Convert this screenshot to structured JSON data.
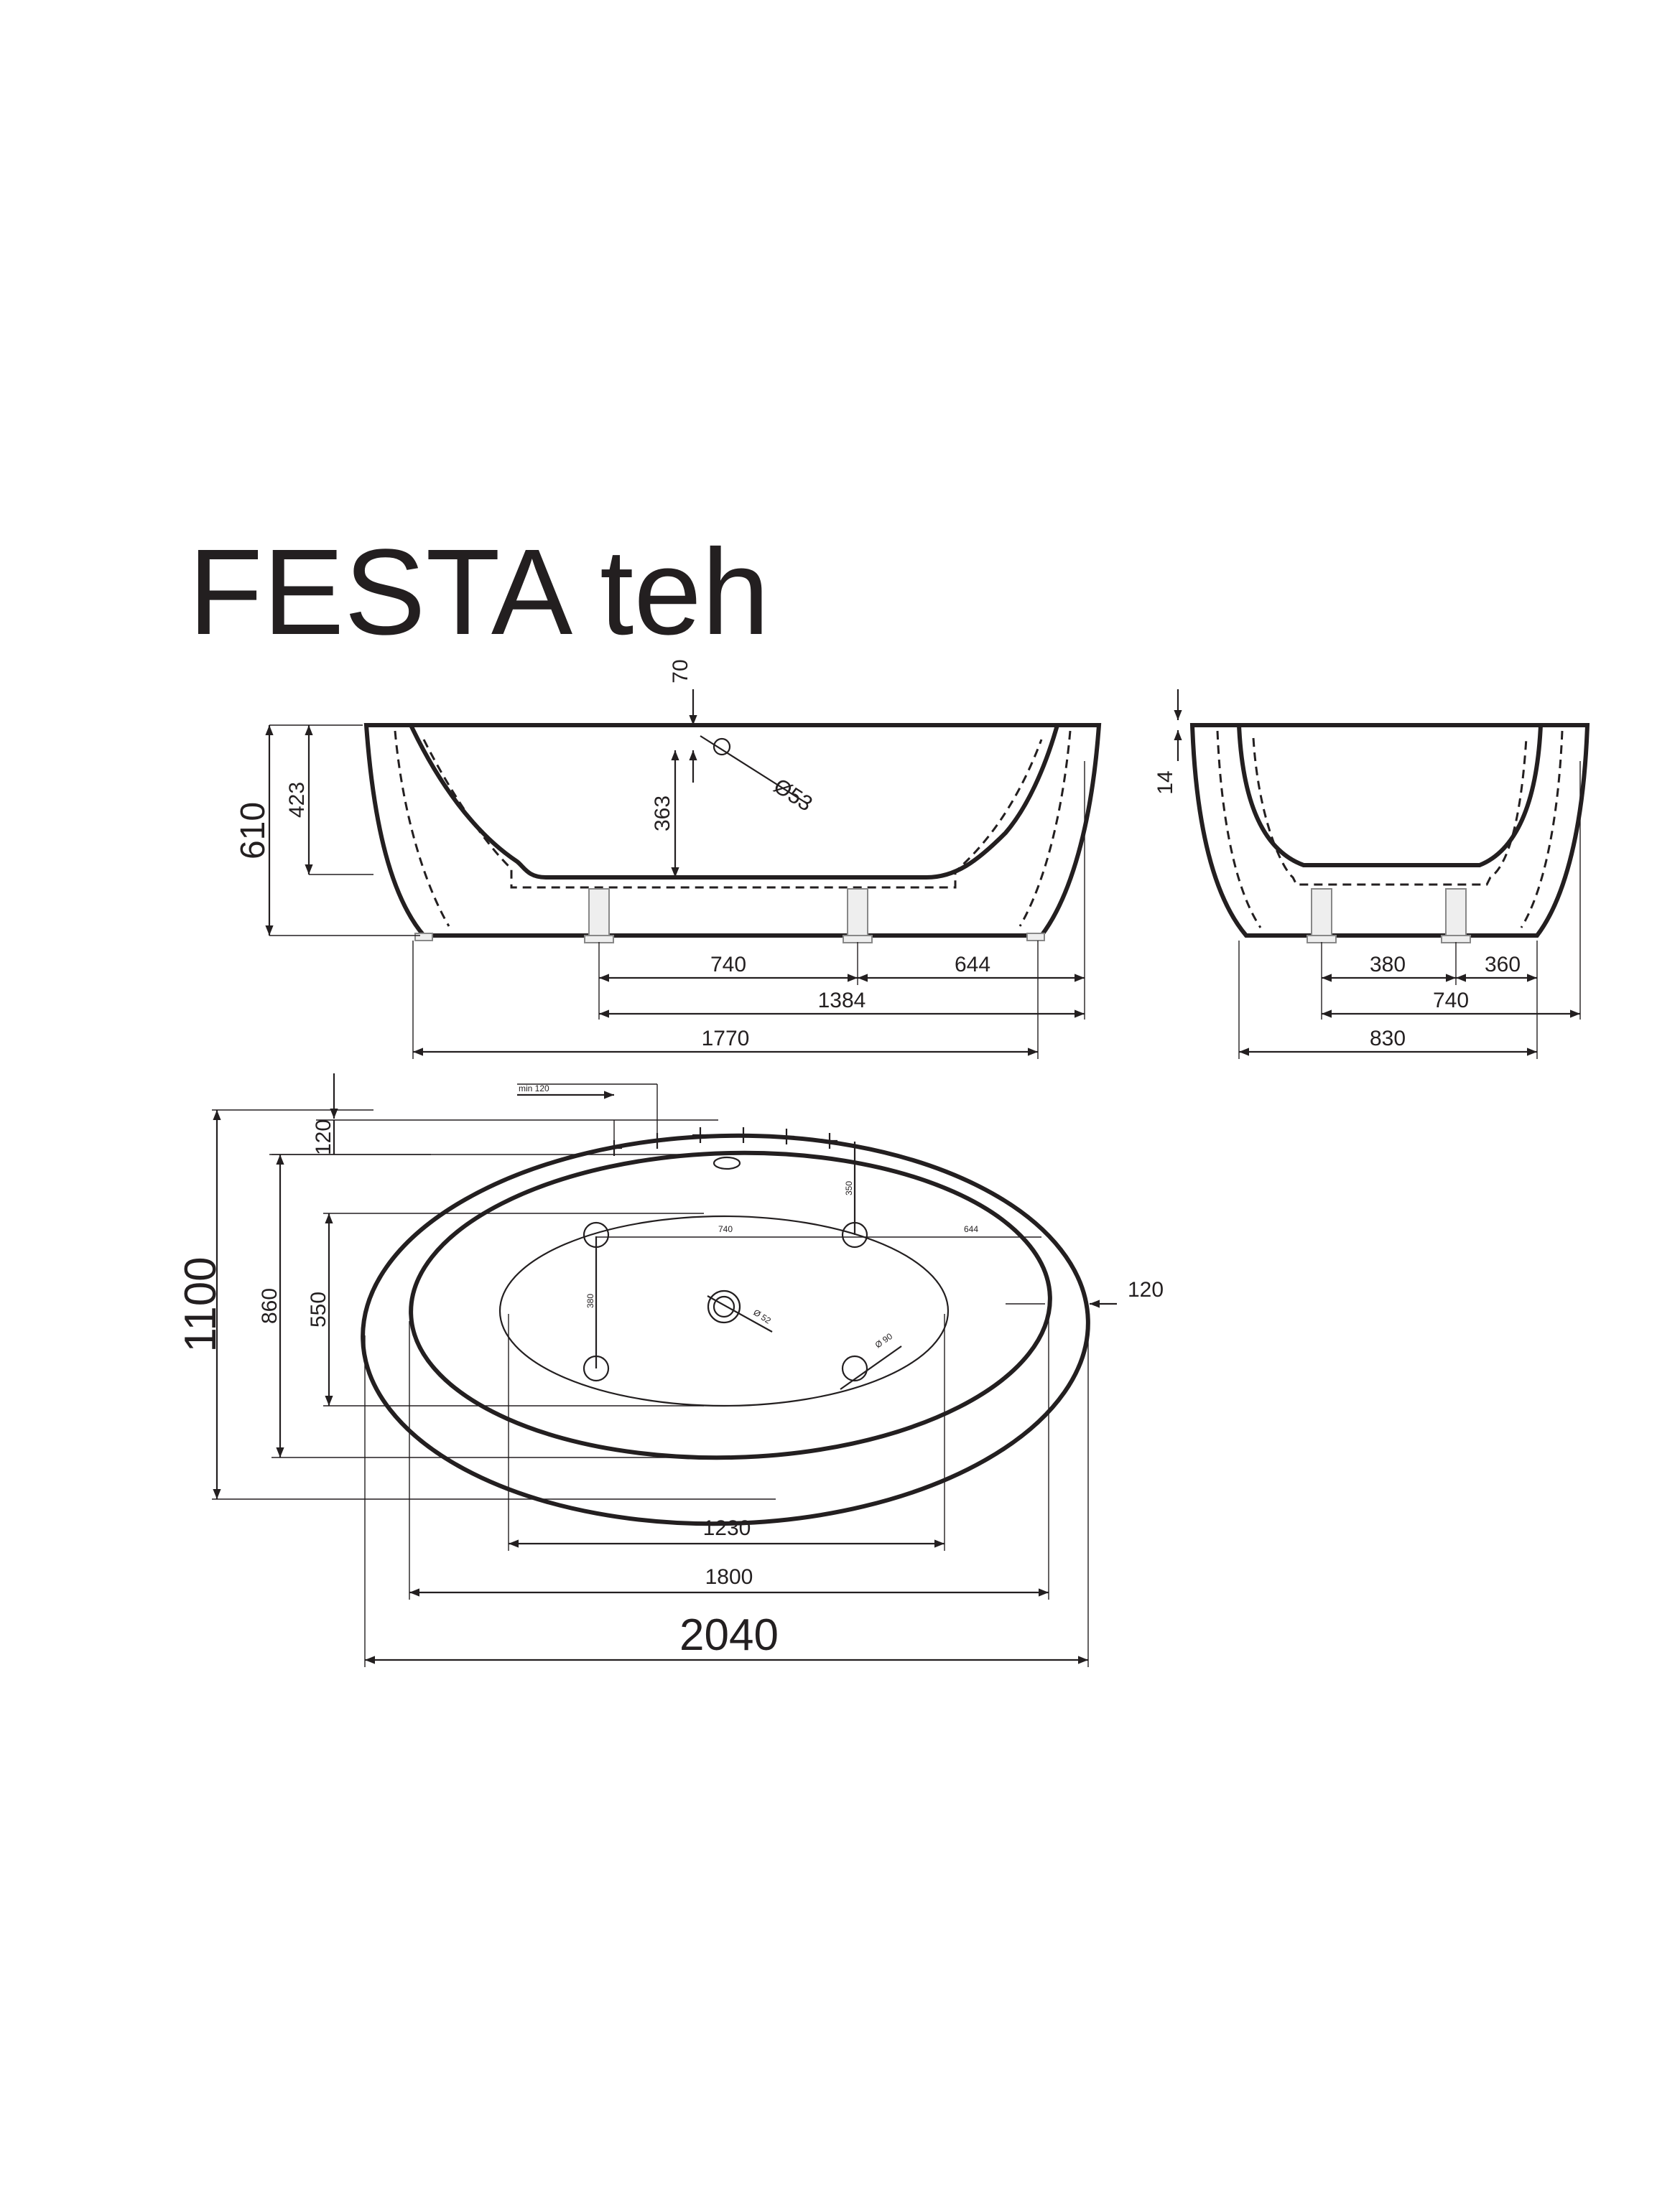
{
  "title": "FESTA teh",
  "side_view": {
    "height_total": "610",
    "height_inner": "423",
    "depth": "363",
    "overflow_offset": "70",
    "overflow_diameter": "Ø53",
    "leg_spacing_1": "740",
    "leg_spacing_2": "644",
    "legs_total": "1384",
    "base_length": "1770"
  },
  "end_view": {
    "rim": "14",
    "leg_spacing_1": "380",
    "leg_spacing_2": "360",
    "legs_total": "740",
    "base_width": "830"
  },
  "top_view": {
    "outer_width": "1100",
    "inner_width": "860",
    "bottom_width": "550",
    "rim_offset": "120",
    "min_label": "min 120",
    "faucet_offset": "350",
    "leg_x1": "740",
    "leg_x2": "644",
    "leg_y": "380",
    "drain_dia": "Ø 52",
    "leg_dia": "Ø 90",
    "side_rim": "120",
    "bottom_length": "1230",
    "inner_length": "1800",
    "outer_length": "2040"
  }
}
